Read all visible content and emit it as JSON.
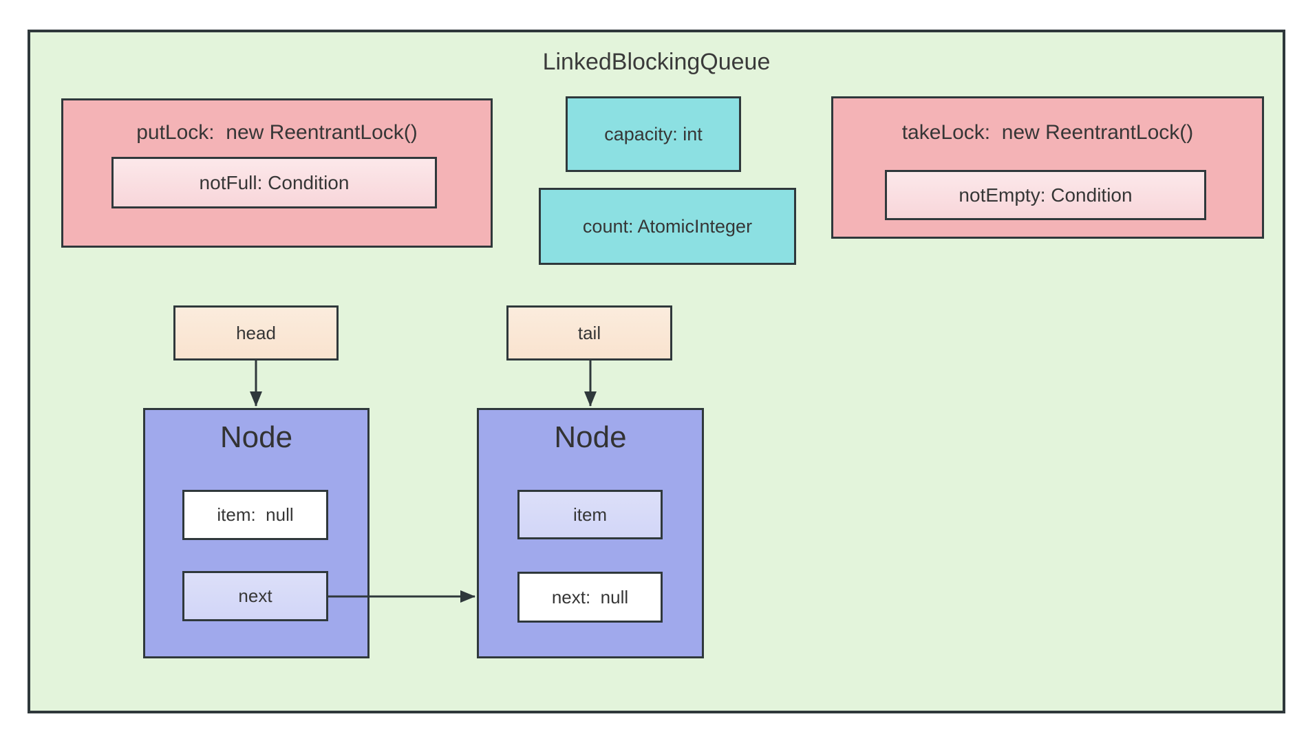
{
  "title": "LinkedBlockingQueue",
  "put_lock": {
    "label": "putLock:  new ReentrantLock()",
    "condition": "notFull: Condition"
  },
  "take_lock": {
    "label": "takeLock:  new ReentrantLock()",
    "condition": "notEmpty: Condition"
  },
  "fields": {
    "capacity": "capacity: int",
    "count": "count: AtomicInteger"
  },
  "pointers": {
    "head": "head",
    "tail": "tail"
  },
  "nodes": [
    {
      "title": "Node",
      "item": "item:  null",
      "next": "next"
    },
    {
      "title": "Node",
      "item": "item",
      "next": "next:  null"
    }
  ],
  "colors": {
    "page_bg": "#ffffff",
    "container_bg": "#e3f4db",
    "border": "#2f383b",
    "lock_bg": "#f4b3b6",
    "condition_bg": "#f8d6da",
    "field_bg": "#8ce0e2",
    "pointer_bg": "#fae8d9",
    "node_bg": "#a0a9ec",
    "slot_filled_bg": "#d6d9f8",
    "slot_null_bg": "#ffffff",
    "arrow": "#2f383b",
    "text": "#363636"
  }
}
